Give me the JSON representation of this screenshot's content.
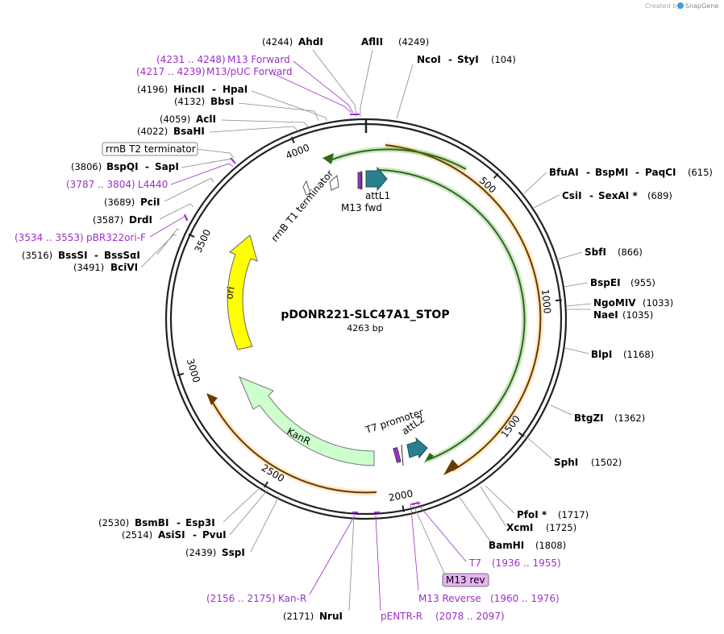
{
  "branding": {
    "created_by": "Created by",
    "app_name": "SnapGene"
  },
  "plasmid": {
    "name": "pDONR221-SLC47A1_STOP",
    "length_label": "4263 bp",
    "length_bp": 4263
  },
  "scale_ticks": [
    {
      "label": "500",
      "bp": 500
    },
    {
      "label": "1000",
      "bp": 1000
    },
    {
      "label": "1500",
      "bp": 1500
    },
    {
      "label": "2000",
      "bp": 2000
    },
    {
      "label": "2500",
      "bp": 2500
    },
    {
      "label": "3000",
      "bp": 3000
    },
    {
      "label": "3500",
      "bp": 3500
    },
    {
      "label": "4000",
      "bp": 4000
    }
  ],
  "enzymes": [
    {
      "name": "AhdI",
      "pos": "(4244)"
    },
    {
      "name": "AflII",
      "pos": "(4249)"
    },
    {
      "name": "NcoI",
      "sep": "-",
      "name2": "StyI",
      "pos": "(104)"
    },
    {
      "name": "HincII",
      "sep": "-",
      "name2": "HpaI",
      "pos": "(4196)"
    },
    {
      "name": "BbsI",
      "pos": "(4132)"
    },
    {
      "name": "AclI",
      "pos": "(4059)"
    },
    {
      "name": "BsaHI",
      "pos": "(4022)"
    },
    {
      "name": "BspQI",
      "sep": "-",
      "name2": "SapI",
      "pos": "(3806)"
    },
    {
      "name": "PciI",
      "pos": "(3689)"
    },
    {
      "name": "DrdI",
      "pos": "(3587)"
    },
    {
      "name": "BssSI",
      "sep": "-",
      "name2": "BssSαI",
      "pos": "(3516)"
    },
    {
      "name": "BciVI",
      "pos": "(3491)"
    },
    {
      "name": "BfuAI",
      "sep": "-",
      "name2": "BspMI",
      "sep2": "-",
      "name3": "PaqCI",
      "pos": "(615)"
    },
    {
      "name": "CsiI",
      "sep": "-",
      "name2": "SexAI *",
      "pos": "(689)"
    },
    {
      "name": "SbfI",
      "pos": "(866)"
    },
    {
      "name": "BspEI",
      "pos": "(955)"
    },
    {
      "name": "NgoMIV",
      "pos": "(1033)"
    },
    {
      "name": "NaeI",
      "pos": "(1035)"
    },
    {
      "name": "BlpI",
      "pos": "(1168)"
    },
    {
      "name": "BtgZI",
      "pos": "(1362)"
    },
    {
      "name": "SphI",
      "pos": "(1502)"
    },
    {
      "name": "PfoI *",
      "pos": "(1717)"
    },
    {
      "name": "XcmI",
      "pos": "(1725)"
    },
    {
      "name": "BamHI",
      "pos": "(1808)"
    },
    {
      "name": "BsmBI",
      "sep": "-",
      "name2": "Esp3I",
      "pos": "(2530)"
    },
    {
      "name": "AsiSI",
      "sep": "-",
      "name2": "PvuI",
      "pos": "(2514)"
    },
    {
      "name": "SspI",
      "pos": "(2439)"
    },
    {
      "name": "NruI",
      "pos": "(2171)"
    }
  ],
  "primers": [
    {
      "name": "M13 Forward",
      "range": "(4231 .. 4248)"
    },
    {
      "name": "M13/pUC Forward",
      "range": "(4217 .. 4239)"
    },
    {
      "name": "L4440",
      "range": "(3787 .. 3804)"
    },
    {
      "name": "pBR322ori-F",
      "range": "(3534 .. 3553)"
    },
    {
      "name": "T7",
      "range": "(1936 .. 1955)"
    },
    {
      "name": "M13 rev",
      "range": ""
    },
    {
      "name": "M13 Reverse",
      "range": "(1960 .. 1976)"
    },
    {
      "name": "Kan-R",
      "range": "(2156 .. 2175)"
    },
    {
      "name": "pENTR-R",
      "range": "(2078 .. 2097)"
    }
  ],
  "features": {
    "rrnb_t2": "rrnB T2 terminator",
    "rrnb_t1": "rrnB T1 terminator",
    "attl1": "attL1",
    "m13_fwd": "M13 fwd",
    "ori": "ori",
    "kanr": "KanR",
    "t7_promoter": "T7 promoter",
    "attl2": "attL2"
  },
  "colors": {
    "backbone": "#222222",
    "orange_feature": "#f5a623",
    "green_feature": "#3a9d23",
    "ori_fill": "#ffff00",
    "kanr_fill": "#ccffcc",
    "att_fill": "#2a7f8e",
    "primer": "#9b30c8",
    "app_blue": "#3aa0d8"
  }
}
